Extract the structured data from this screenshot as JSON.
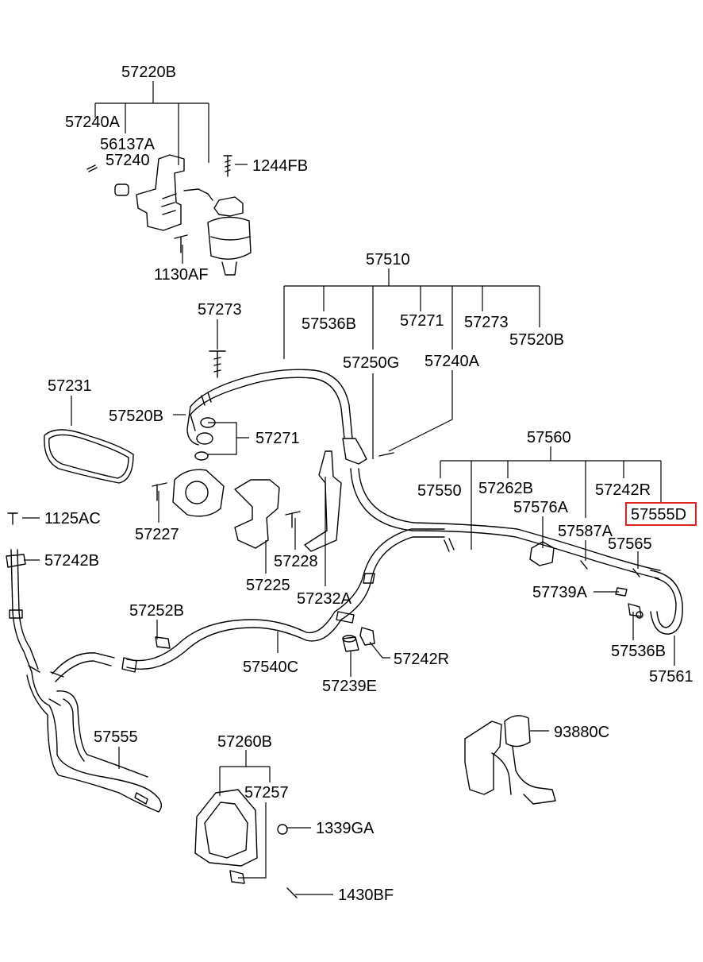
{
  "labels": {
    "p57220B": "57220B",
    "p57240A_top": "57240A",
    "p56137A": "56137A",
    "p57240": "57240",
    "p1244FB": "1244FB",
    "p1130AF": "1130AF",
    "p57510": "57510",
    "p57536B_top": "57536B",
    "p57271_top": "57271",
    "p57273_top": "57273",
    "p57520B_right": "57520B",
    "p57273_left": "57273",
    "p57250G": "57250G",
    "p57240A_mid": "57240A",
    "p57231": "57231",
    "p57520B_left": "57520B",
    "p57271_left": "57271",
    "p57560": "57560",
    "p57550": "57550",
    "p57262B": "57262B",
    "p57242R_top": "57242R",
    "p57576A": "57576A",
    "p57555D": "57555D",
    "p57587A": "57587A",
    "p57565": "57565",
    "p1125AC": "1125AC",
    "p57227": "57227",
    "p57228": "57228",
    "p57242B": "57242B",
    "p57225": "57225",
    "p57232A": "57232A",
    "p57739A": "57739A",
    "p57252B": "57252B",
    "p57242R_mid": "57242R",
    "p57540C": "57540C",
    "p57239E": "57239E",
    "p57536B_bot": "57536B",
    "p57561": "57561",
    "p93880C": "93880C",
    "p57555": "57555",
    "p57260B": "57260B",
    "p57257": "57257",
    "p1339GA": "1339GA",
    "p1430BF": "1430BF"
  },
  "highlight": {
    "label": "p57555D",
    "color": "#e0231b"
  }
}
